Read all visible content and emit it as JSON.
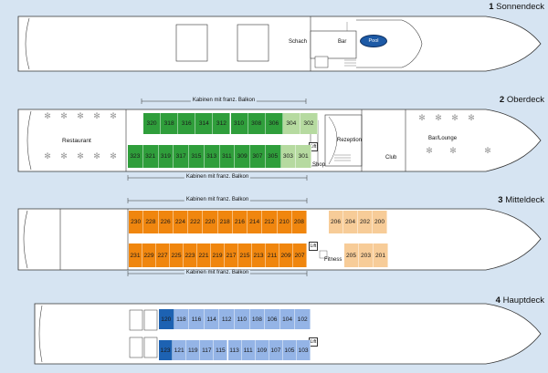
{
  "decks": {
    "sonnendeck": {
      "number": "1",
      "name": "Sonnendeck",
      "schach": "Schach",
      "bar": "Bar",
      "pool": "Pool"
    },
    "oberdeck": {
      "number": "2",
      "name": "Oberdeck",
      "restaurant": "Restaurant",
      "rezeption": "Rezeption",
      "club": "Club",
      "bar_lounge": "Bar/Lounge",
      "shop": "Shop",
      "lift": "Lift",
      "balkon_top": "Kabinen mit franz. Balkon",
      "balkon_bottom": "Kabinen mit franz. Balkon"
    },
    "mitteldeck": {
      "number": "3",
      "name": "Mitteldeck",
      "fitness": "Fitness",
      "lift": "Lift",
      "balkon_top": "Kabinen mit franz. Balkon",
      "balkon_bottom": "Kabinen mit franz. Balkon"
    },
    "hauptdeck": {
      "number": "4",
      "name": "Hauptdeck",
      "lift": "Lift"
    }
  },
  "cabins": {
    "oberdeck_top": [
      "320",
      "318",
      "316",
      "314",
      "312",
      "310",
      "308",
      "306",
      "304",
      "302"
    ],
    "oberdeck_bottom": [
      "323",
      "321",
      "319",
      "317",
      "315",
      "313",
      "311",
      "309",
      "307",
      "305",
      "303",
      "301"
    ],
    "mitteldeck_top_balkon": [
      "230",
      "228",
      "226",
      "224",
      "222",
      "220",
      "218",
      "216",
      "214",
      "212",
      "210",
      "208"
    ],
    "mitteldeck_top_std": [
      "206",
      "204",
      "202",
      "200"
    ],
    "mitteldeck_bottom_balkon": [
      "231",
      "229",
      "227",
      "225",
      "223",
      "221",
      "219",
      "217",
      "215",
      "213",
      "211",
      "209",
      "207"
    ],
    "mitteldeck_bottom_std": [
      "205",
      "203",
      "201"
    ],
    "hauptdeck_top": [
      "120",
      "118",
      "116",
      "114",
      "112",
      "110",
      "108",
      "106",
      "104",
      "102"
    ],
    "hauptdeck_bottom": [
      "123",
      "121",
      "119",
      "117",
      "115",
      "113",
      "111",
      "109",
      "107",
      "105",
      "103"
    ]
  },
  "colors": {
    "background": "#d6e4f2",
    "balkon_green": "#2f9e3b",
    "std_green": "#b6daa0",
    "balkon_orange": "#f0860e",
    "std_orange": "#f7cc98",
    "haupt_blue": "#94b4e6",
    "haupt_dark_blue": "#1d62b2"
  }
}
